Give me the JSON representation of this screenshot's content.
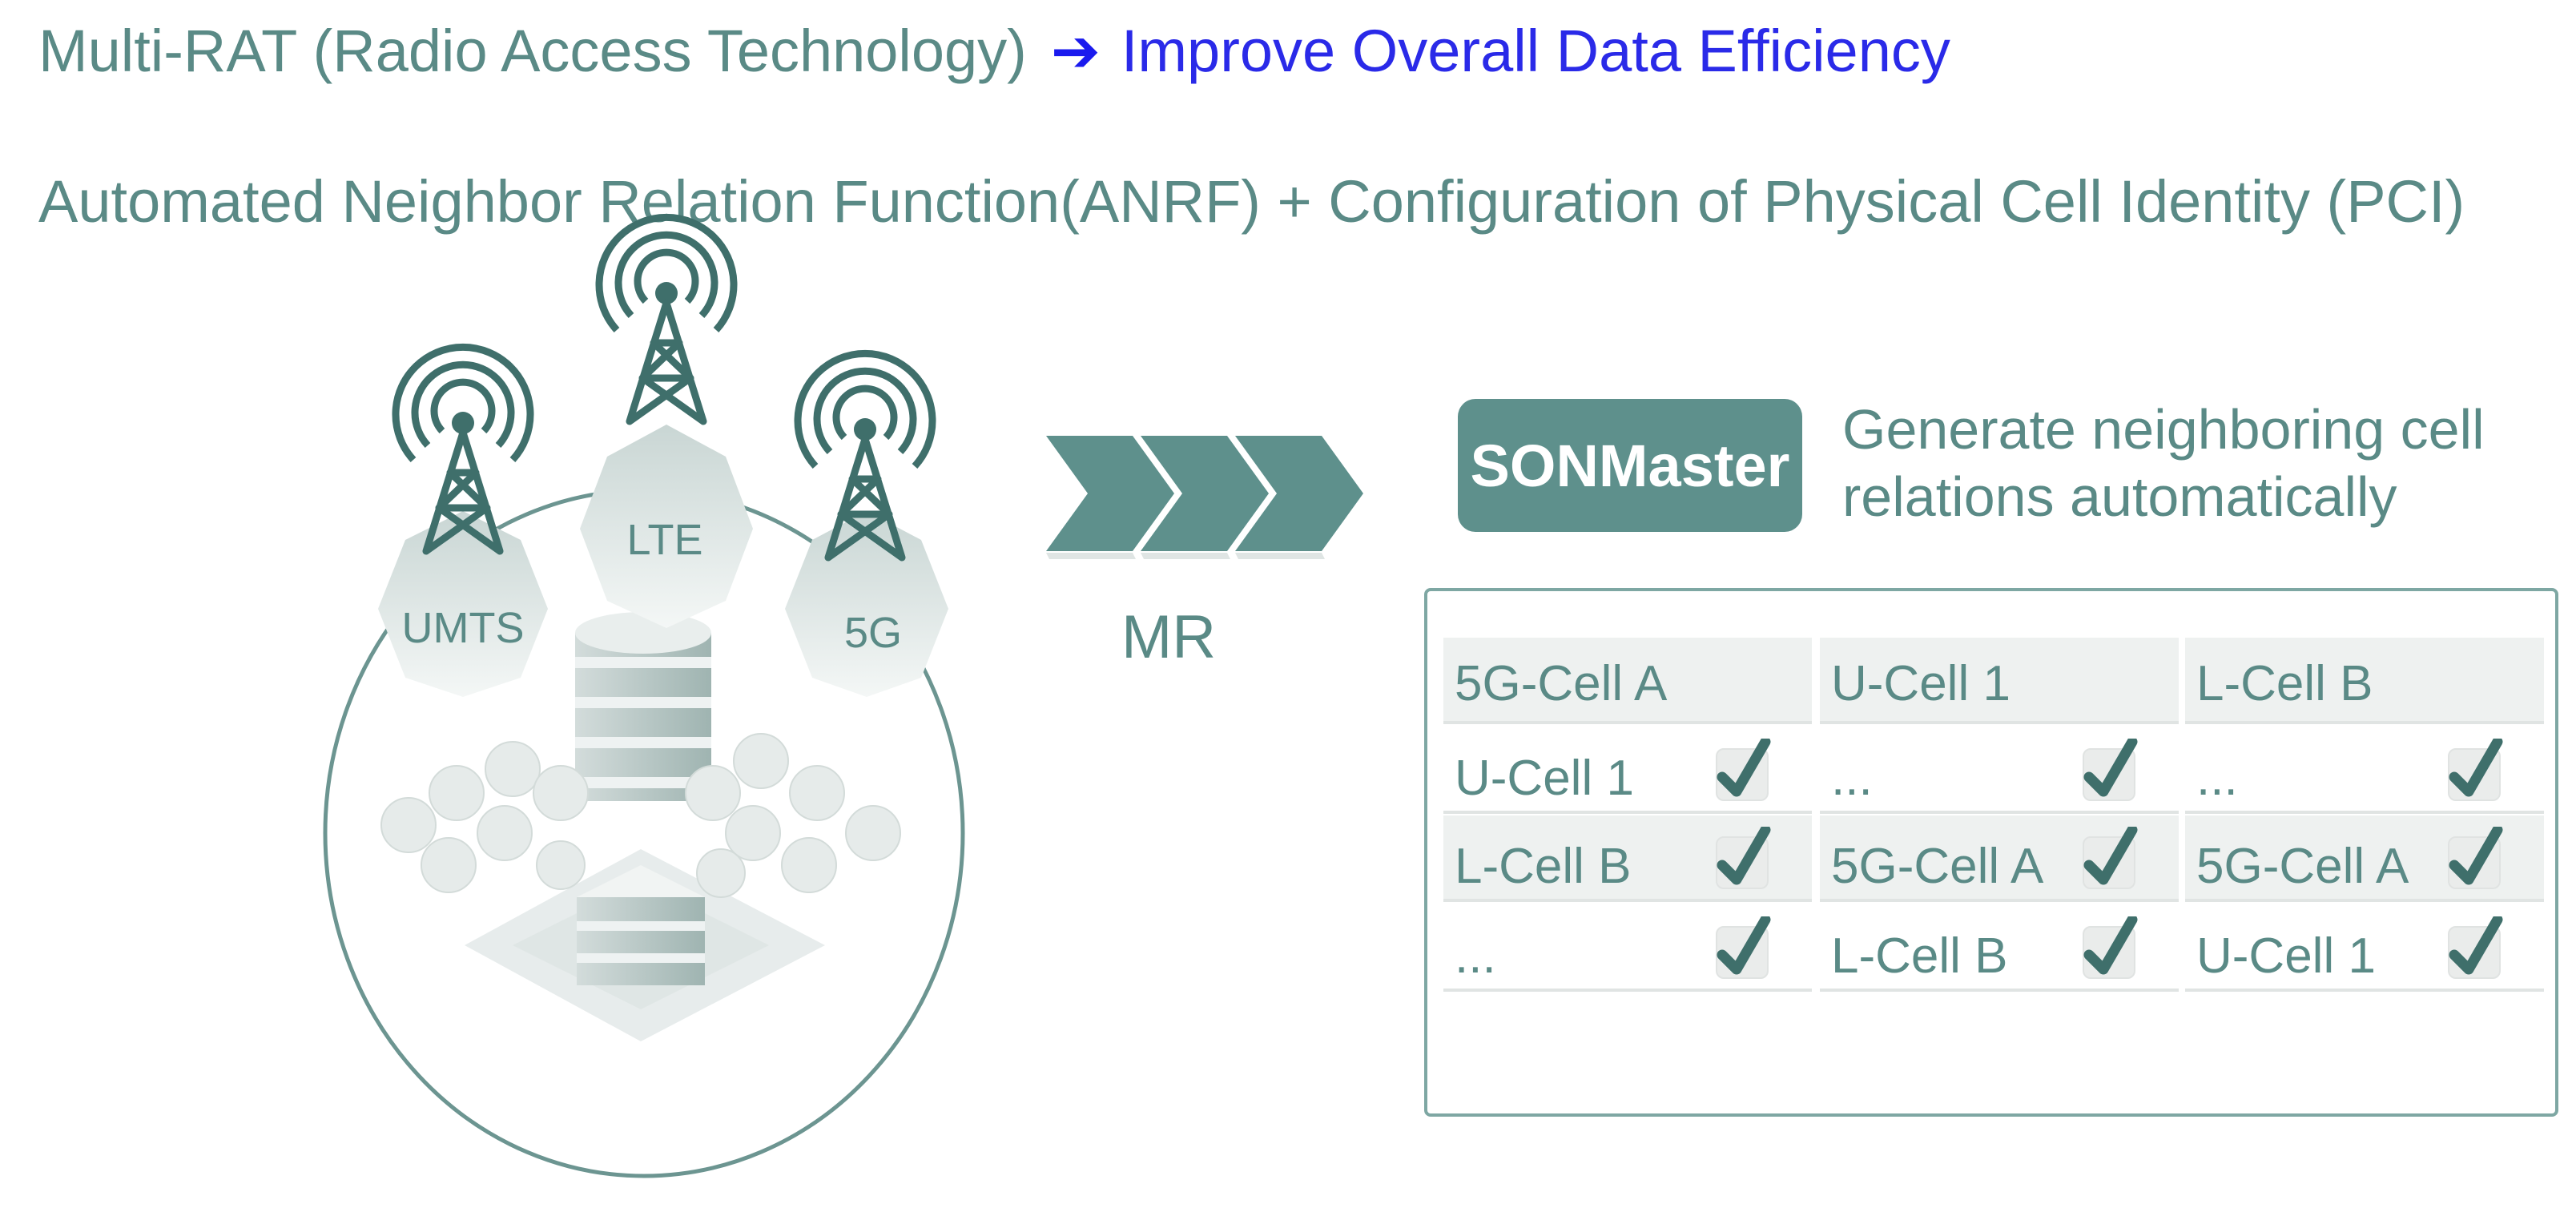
{
  "header": {
    "line1_prefix": "Multi-RAT (Radio Access Technology)",
    "line1_arrow": "➔",
    "line1_highlight": "Improve Overall Data Efficiency",
    "line2": "Automated Neighbor Relation Function(ANRF) + Configuration of Physical Cell Identity (PCI)"
  },
  "towers": [
    "UMTS",
    "LTE",
    "5G"
  ],
  "mr_label": "MR",
  "sonmaster": {
    "label": "SONMaster",
    "desc_line1": "Generate neighboring cell",
    "desc_line2": "relations automatically"
  },
  "table": {
    "columns": [
      {
        "header": "5G-Cell A",
        "rows": [
          "U-Cell 1",
          "L-Cell B",
          "..."
        ]
      },
      {
        "header": "U-Cell 1",
        "rows": [
          "...",
          "5G-Cell A",
          "L-Cell B"
        ]
      },
      {
        "header": "L-Cell B",
        "rows": [
          "...",
          "5G-Cell A",
          "U-Cell 1"
        ]
      }
    ]
  },
  "colors": {
    "teal": "#5e908c",
    "text": "#5a8a86",
    "highlight": "#2a2ae8"
  }
}
